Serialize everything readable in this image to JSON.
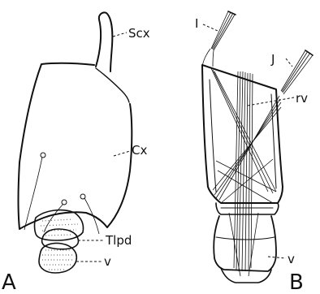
{
  "panels": {
    "A": {
      "label": "A",
      "labels": {
        "scx": "Scx",
        "cx": "Cx",
        "tlpd": "Tlpd",
        "v": "v"
      }
    },
    "B": {
      "label": "B",
      "labels": {
        "i": "I",
        "j": "J",
        "rv": "rv",
        "v": "v"
      }
    }
  },
  "colors": {
    "ink": "#111111",
    "paper": "#ffffff"
  }
}
